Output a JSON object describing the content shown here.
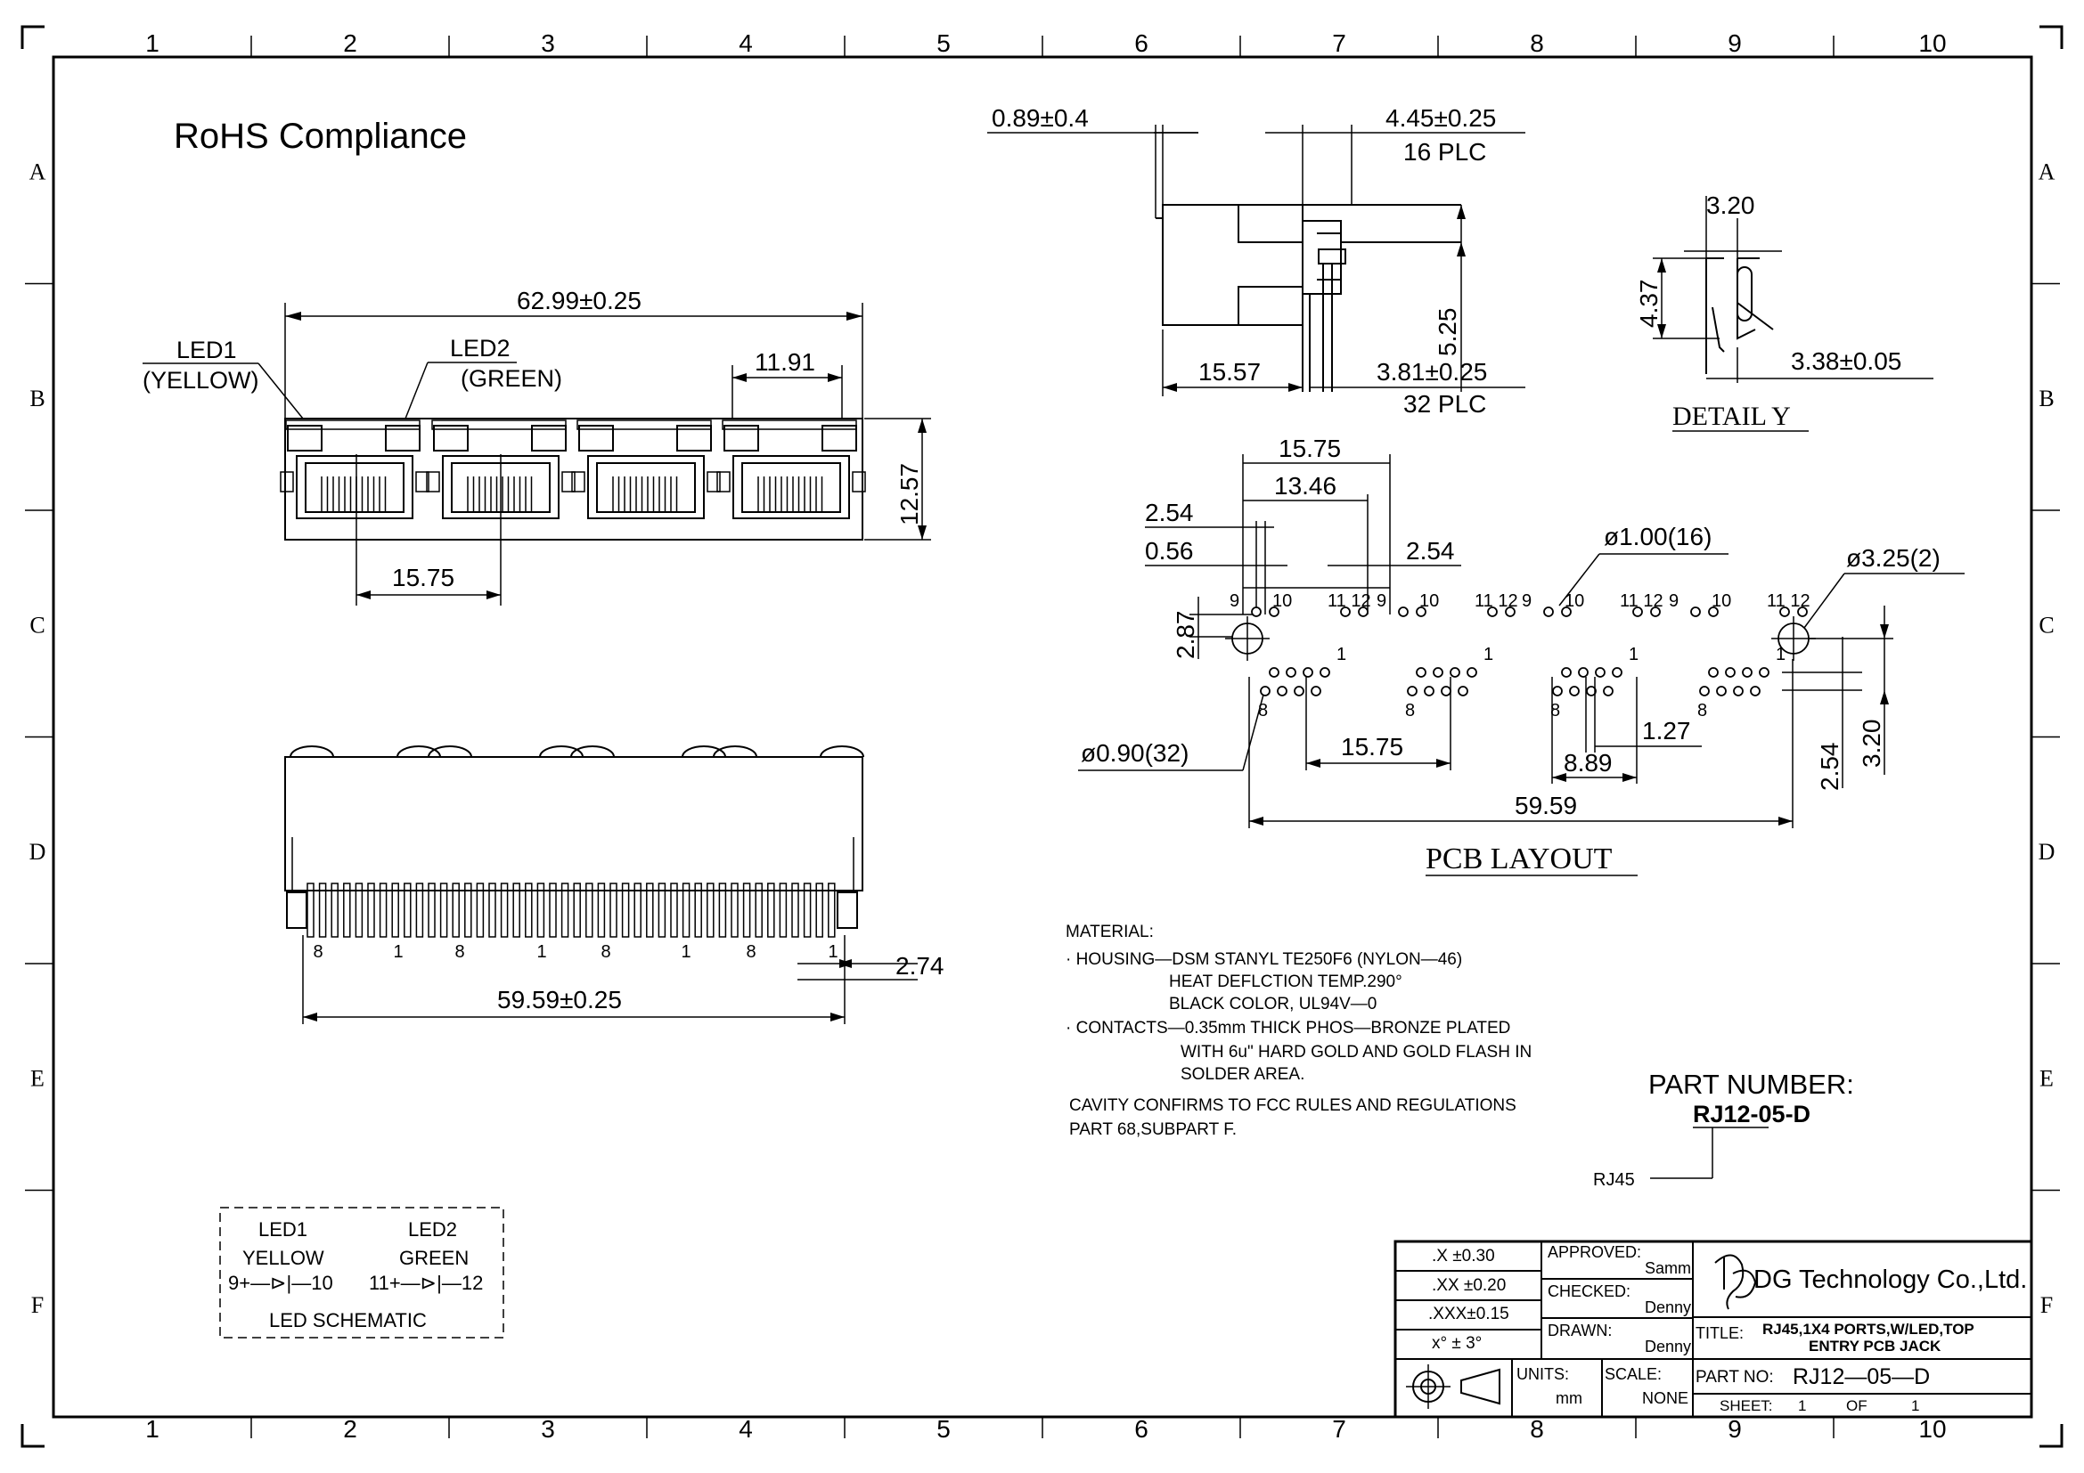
{
  "grid": {
    "columns": [
      "1",
      "2",
      "3",
      "4",
      "5",
      "6",
      "7",
      "8",
      "9",
      "10"
    ],
    "rows": [
      "A",
      "B",
      "C",
      "D",
      "E",
      "F"
    ]
  },
  "heading": "RoHS Compliance",
  "front_view": {
    "width_dim": "62.99±0.25",
    "led1_label": "LED1",
    "led1_color": "(YELLOW)",
    "led2_label": "LED2",
    "led2_color": "(GREEN)",
    "port_dim": "11.91",
    "height_dim": "12.57",
    "pitch_dim": "15.75"
  },
  "bottom_view": {
    "pin_labels": [
      "8",
      "1",
      "8",
      "1",
      "8",
      "1",
      "8",
      "1"
    ],
    "offset_dim": "2.74",
    "span_dim": "59.59±0.25"
  },
  "side_view": {
    "lead_dim": "0.89±0.4",
    "pitch_dim": "4.45±0.25",
    "pitch_plc": "16 PLC",
    "height_dim": "5.25",
    "depth_dim": "15.57",
    "pitch2_dim": "3.81±0.25",
    "pitch2_plc": "32 PLC"
  },
  "detail_y": {
    "title": "DETAIL Y",
    "width_dim": "3.20",
    "height_dim": "4.37",
    "gap_dim": "3.38±0.05"
  },
  "pcb_layout": {
    "title": "PCB LAYOUT",
    "dims": [
      "15.75",
      "13.46",
      "2.54",
      "0.56",
      "2.54",
      "2.87",
      "15.75",
      "1.27",
      "8.89",
      "59.59",
      "2.54",
      "3.20"
    ],
    "hole_small": "ø1.00(16)",
    "hole_large": "ø3.25(2)",
    "hole_pin": "ø0.90(32)",
    "group_pins": [
      "9",
      "10",
      "11 12",
      "9",
      "10",
      "11 12",
      "9",
      "10",
      "11 12",
      "9",
      "10",
      "11 12"
    ],
    "pin_one": "1",
    "pin_eight": "8"
  },
  "material": {
    "title": "MATERIAL:",
    "lines": [
      "· HOUSING—DSM STANYL TE250F6 (NYLON—46)",
      "HEAT DEFLCTION TEMP.290°",
      "BLACK COLOR, UL94V—0",
      "· CONTACTS—0.35mm THICK PHOS—BRONZE PLATED",
      "WITH 6u\" HARD GOLD AND GOLD FLASH IN",
      "SOLDER AREA.",
      "CAVITY CONFIRMS TO FCC RULES AND REGULATIONS",
      "PART 68,SUBPART F."
    ]
  },
  "part_number": {
    "label": "PART NUMBER:",
    "value": "RJ12-05-D",
    "callout": "RJ45"
  },
  "led_schematic": {
    "led1": "LED1",
    "led2": "LED2",
    "yellow": "YELLOW",
    "green": "GREEN",
    "led1_pins": "9+—⊳|—10",
    "led2_pins": "11+—⊳|—12",
    "caption": "LED SCHEMATIC"
  },
  "title_block": {
    "tol_x": ".X   ±0.30",
    "tol_xx": ".XX  ±0.20",
    "tol_xxx": ".XXX±0.15",
    "tol_ang": "x°  ±  3°",
    "approved_label": "APPROVED:",
    "approved_by": "Sammi",
    "checked_label": "CHECKED:",
    "checked_by": "Denny",
    "drawn_label": "DRAWN:",
    "drawn_by": "Denny",
    "company": "DG Technology Co.,Ltd.",
    "title_label": "TITLE:",
    "title_line1": "RJ45,1X4  PORTS,W/LED,TOP",
    "title_line2": "ENTRY  PCB  JACK",
    "units_label": "UNITS:",
    "units_value": "mm",
    "scale_label": "SCALE:",
    "scale_value": "NONE",
    "partno_label": "PART NO:",
    "partno_value": "RJ12—05—D",
    "sheet_label": "SHEET:",
    "sheet_num": "1",
    "sheet_of": "OF",
    "sheet_total": "1"
  }
}
